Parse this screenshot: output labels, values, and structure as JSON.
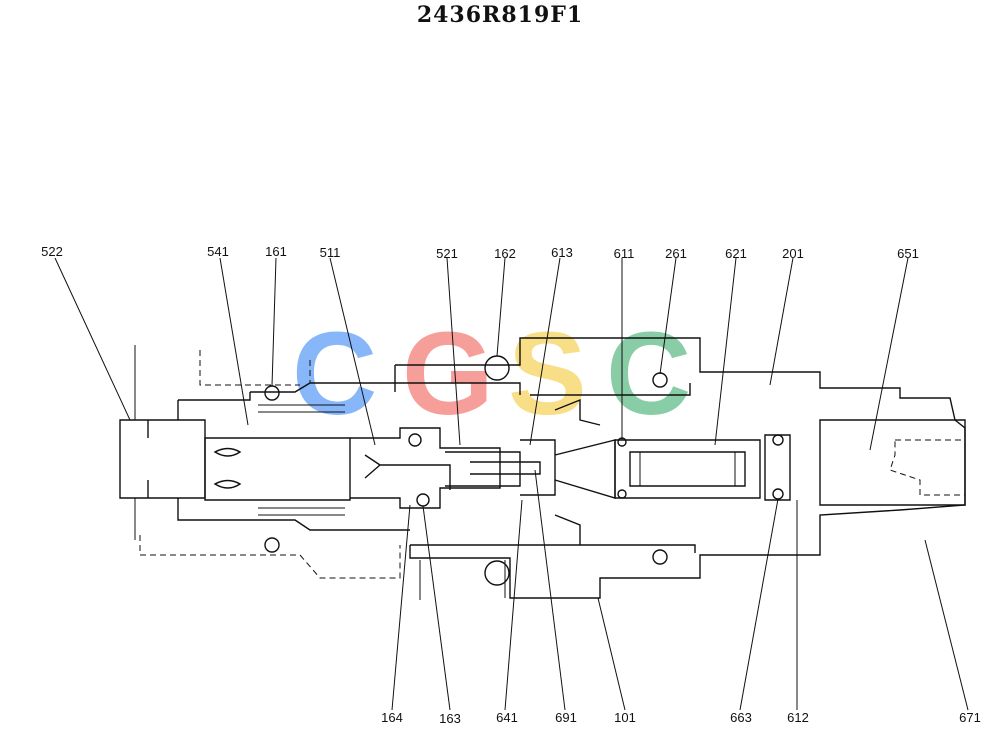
{
  "title": "2436R819F1",
  "watermark": {
    "letters": [
      "C",
      "G",
      "S",
      "C"
    ],
    "colors": [
      "#5a9cf7",
      "#f37a72",
      "#f6d35a",
      "#5cba86"
    ]
  },
  "labels_top": [
    "522",
    "541",
    "161",
    "511",
    "521",
    "162",
    "613",
    "611",
    "261",
    "621",
    "201",
    "651"
  ],
  "labels_bottom": [
    "164",
    "163",
    "641",
    "691",
    "101",
    "663",
    "612",
    "671"
  ]
}
